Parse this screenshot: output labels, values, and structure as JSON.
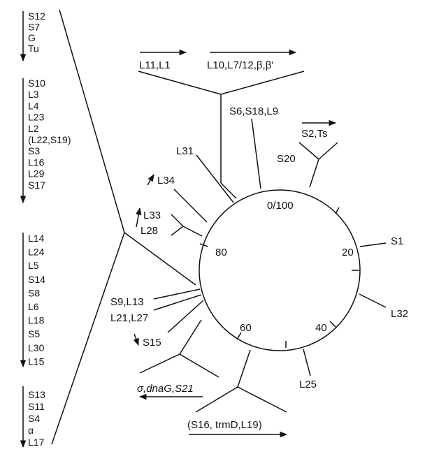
{
  "map": {
    "ticks": {
      "t0": "0/100",
      "t20": "20",
      "t40": "40",
      "t60": "60",
      "t80": "80"
    }
  },
  "operons": {
    "top_left_arrow": "L11,L1",
    "top_right_arrow": "L10,L7/12,β,β′",
    "s6_group": "S6,S18,L9",
    "s2_group": "S2,Ts",
    "s20": "S20",
    "s1": "S1",
    "l31": "L31",
    "l34": "L34",
    "l33": "L33",
    "l28": "L28",
    "s9_l13": "S9,L13",
    "l21_l27": "L21,L27",
    "s15": "S15",
    "sigma_group": "σ,dnaG,S21",
    "s16_group": "(S16, trmD,L19)",
    "l32": "L32",
    "l25": "L25"
  },
  "left_cluster": {
    "group1": [
      "S12",
      "S7",
      "G",
      "Tu"
    ],
    "group2": [
      "S10",
      "L3",
      "L4",
      "L23",
      "L2",
      "(L22,S19)",
      "S3",
      "L16",
      "L29",
      "S17"
    ],
    "group3": [
      "L14",
      "L24",
      "L5",
      "S14",
      "S8",
      "L6",
      "L18",
      "S5",
      "L30",
      "L15"
    ],
    "group4": [
      "S13",
      "S11",
      "S4",
      "α",
      "L17"
    ]
  }
}
